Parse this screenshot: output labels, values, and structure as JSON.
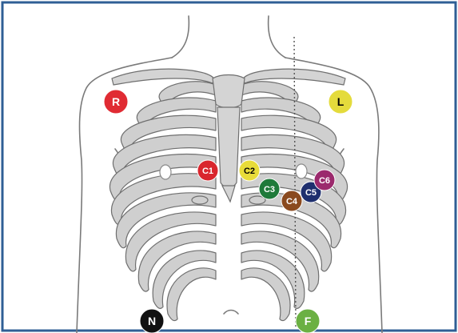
{
  "colors": {
    "border": "#2f5f95",
    "skin_outline": "#7a7a7a",
    "bone_fill": "#cfcfcf",
    "bone_stroke": "#6f6f6f",
    "dotted_line": "#555555"
  },
  "electrodes": [
    {
      "id": "R",
      "label": "R",
      "color": "#e02b33",
      "text_color": "#ffffff",
      "type": "limb"
    },
    {
      "id": "L",
      "label": "L",
      "color": "#e4db3c",
      "text_color": "#000000",
      "type": "limb"
    },
    {
      "id": "N",
      "label": "N",
      "color": "#111111",
      "text_color": "#ffffff",
      "type": "limb"
    },
    {
      "id": "F",
      "label": "F",
      "color": "#6bb043",
      "text_color": "#ffffff",
      "type": "limb"
    },
    {
      "id": "C1",
      "label": "C1",
      "color": "#d9262e",
      "text_color": "#ffffff",
      "type": "chest"
    },
    {
      "id": "C2",
      "label": "C2",
      "color": "#e8dc3a",
      "text_color": "#000000",
      "type": "chest"
    },
    {
      "id": "C3",
      "label": "C3",
      "color": "#1f7a3a",
      "text_color": "#ffffff",
      "type": "chest"
    },
    {
      "id": "C4",
      "label": "C4",
      "color": "#8a4a1f",
      "text_color": "#ffffff",
      "type": "chest"
    },
    {
      "id": "C5",
      "label": "C5",
      "color": "#1e2f6e",
      "text_color": "#ffffff",
      "type": "chest"
    },
    {
      "id": "C6",
      "label": "C6",
      "color": "#9b2a6d",
      "text_color": "#ffffff",
      "type": "chest"
    }
  ]
}
